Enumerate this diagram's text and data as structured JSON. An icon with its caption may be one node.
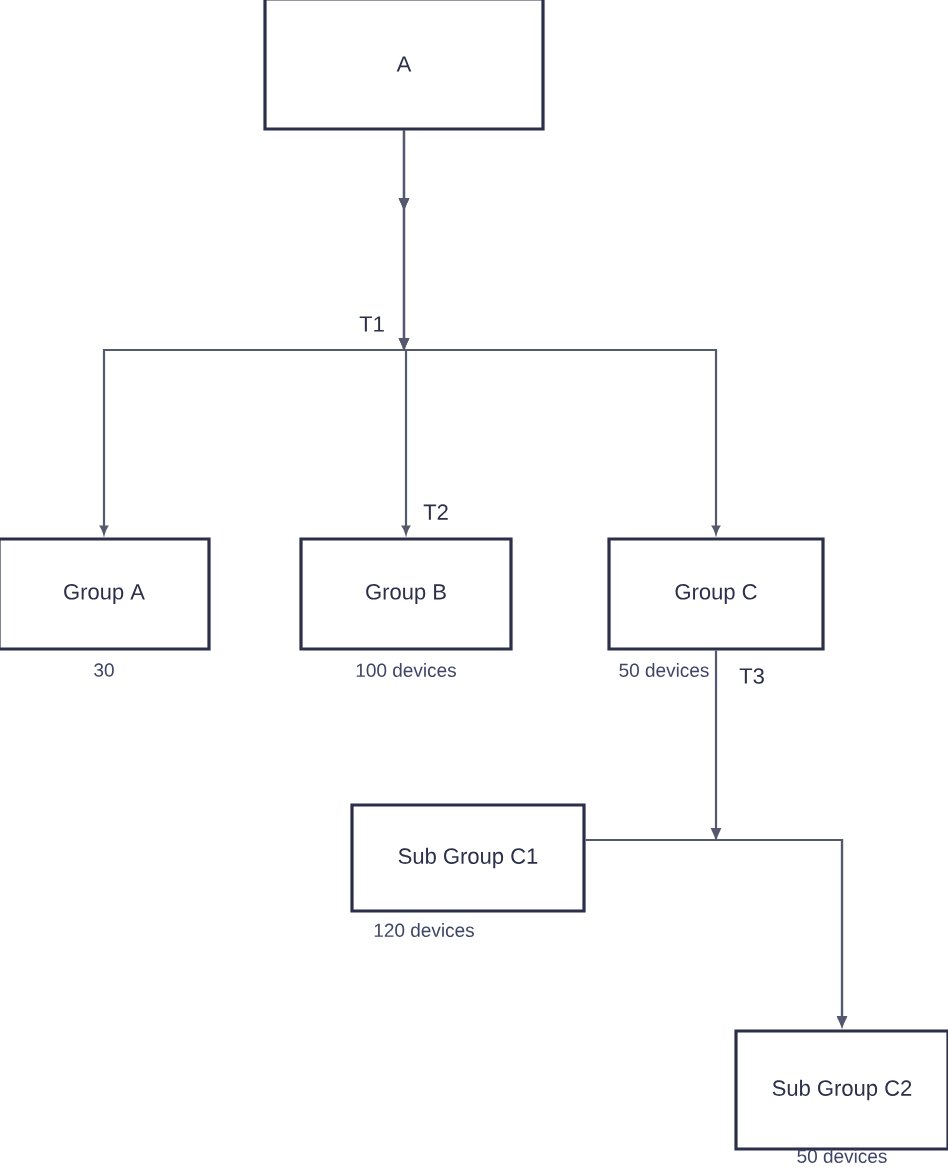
{
  "diagram": {
    "nodes": [
      {
        "text": [
          "A"
        ]
      },
      {
        "text": [
          "Group A"
        ],
        "beside": [
          "30"
        ]
      },
      {
        "text": [
          "Group B"
        ],
        "beside": [
          "100 devices"
        ]
      },
      {
        "text": [
          "Group C"
        ],
        "beside": [
          "50 devices"
        ]
      },
      {
        "text": [
          "Sub Group C1"
        ],
        "beside": [
          "120 devices"
        ]
      },
      {
        "text": [
          "Sub Group C2"
        ],
        "beside": [
          "50 devices"
        ]
      }
    ],
    "edges": [
      {
        "from": 0,
        "to": 1,
        "arrow": "to"
      },
      {
        "from": 0,
        "to": 2,
        "arrow": "to",
        "label": "T2"
      },
      {
        "from": 0,
        "to": 3,
        "arrow": "to"
      },
      {
        "from": 3,
        "to": 5,
        "arrow": "to",
        "label": "T3"
      },
      {
        "from": 4,
        "to": 5,
        "arrow": "to"
      }
    ],
    "labels": [
      "T1"
    ]
  }
}
